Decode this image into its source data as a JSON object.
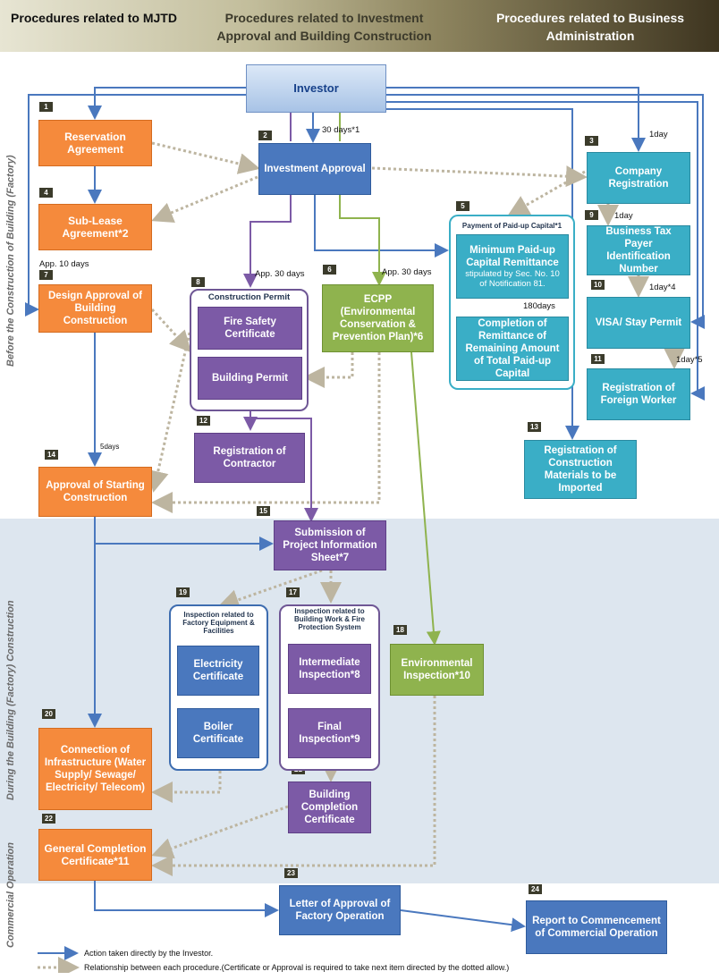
{
  "header": {
    "col1": "Procedures related to MJTD",
    "col2": "Procedures related to Investment Approval and Building Construction",
    "col3": "Procedures related to Business Administration"
  },
  "phases": {
    "before": "Before the Construction of Building (Factory)",
    "during": "During the Building (Factory) Construction",
    "commercial": "Commercial Operation"
  },
  "boxes": {
    "investor": "Investor",
    "b1": "Reservation Agreement",
    "b2": "Investment Approval",
    "b3": "Company Registration",
    "b4": "Sub-Lease Agreement*2",
    "b5_title": "Payment of Paid-up Capital*1",
    "b5a": "Minimum Paid-up Capital Remittance",
    "b5a_sub": "stipulated by Sec. No. 10 of Notification 81.",
    "b5b": "Completion of Remittance of Remaining Amount of Total Paid-up Capital",
    "b6": "ECPP (Environmental Conservation & Prevention Plan)*6",
    "b7": "Design Approval of Building Construction",
    "b8_title": "Construction Permit",
    "b8a": "Fire Safety Certificate",
    "b8b": "Building Permit",
    "b9": "Business Tax Payer Identification Number",
    "b10": "VISA/ Stay Permit",
    "b11": "Registration of Foreign Worker",
    "b12": "Registration of Contractor",
    "b13": "Registration of Construction Materials to be Imported",
    "b14": "Approval of Starting Construction",
    "b15": "Submission of Project Information Sheet*7",
    "b17_title": "Inspection related to Building Work & Fire Protection System",
    "b17a": "Intermediate Inspection*8",
    "b17b": "Final Inspection*9",
    "b18": "Environmental Inspection*10",
    "b19_title": "Inspection related to Factory Equipment & Facilities",
    "b19a": "Electricity Certificate",
    "b19b": "Boiler Certificate",
    "b20": "Connection of Infrastructure (Water Supply/ Sewage/ Electricity/ Telecom)",
    "b21": "Building Completion Certificate",
    "b22": "General Completion Certificate*11",
    "b23": "Letter of Approval of Factory Operation",
    "b24": "Report to Commencement of Commercial Operation"
  },
  "numbers": [
    "1",
    "2",
    "3",
    "4",
    "5",
    "6",
    "7",
    "8",
    "9",
    "10",
    "11",
    "12",
    "13",
    "14",
    "15",
    "17",
    "18",
    "19",
    "20",
    "21",
    "22",
    "23",
    "24"
  ],
  "durations": {
    "d30": "30 days*1",
    "d1day": "1day",
    "d1day9": "1day",
    "d1day10": "1day*4",
    "d1day11": "1day*5",
    "app10": "App. 10 days",
    "app30a": "App. 30 days",
    "app30b": "App. 30 days",
    "d180": "180days",
    "d5": "5days"
  },
  "legend": {
    "solid": "Action taken directly by the Investor.",
    "dotted": "Relationship between each procedure.(Certificate or Approval is required to take next item directed by the dotted allow.)"
  },
  "colors": {
    "investor_arrow": "#4a78be",
    "dotted": "#bdb5a0",
    "ecpp_arrow": "#8fb34e",
    "permit_arrow": "#7c5aa6"
  }
}
